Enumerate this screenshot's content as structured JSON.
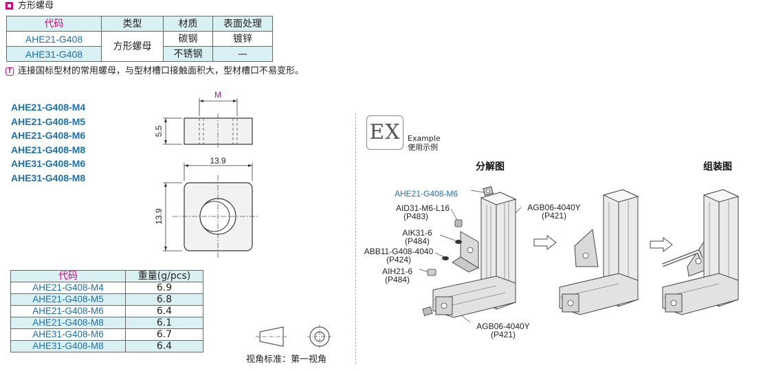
{
  "header": {
    "title": "方形螺母"
  },
  "spec_table": {
    "headers": [
      "代码",
      "类型",
      "材质",
      "表面处理"
    ],
    "rows": [
      {
        "code": "AHE21-G408",
        "type": "方形螺母",
        "material": "碳钢",
        "finish": "镀锌"
      },
      {
        "code": "AHE31-G408",
        "type": "方形螺母",
        "material": "不锈钢",
        "finish": "—"
      }
    ]
  },
  "note": {
    "icon": "exclamation-icon",
    "text": "连接国标型材的常用螺母，与型材槽口接触面积大，型材槽口不易变形。"
  },
  "models": [
    "AHE21-G408-M4",
    "AHE21-G408-M5",
    "AHE21-G408-M6",
    "AHE21-G408-M8",
    "AHE31-G408-M6",
    "AHE31-G408-M8"
  ],
  "drawing": {
    "dim_m": "M",
    "dim_height": "5.5",
    "dim_width": "13.9",
    "dim_length": "13.9"
  },
  "weight_table": {
    "headers": [
      "代码",
      "重量(g/pcs)"
    ],
    "rows": [
      {
        "code": "AHE21-G408-M4",
        "weight": "6.9"
      },
      {
        "code": "AHE21-G408-M5",
        "weight": "6.8"
      },
      {
        "code": "AHE21-G408-M6",
        "weight": "6.4"
      },
      {
        "code": "AHE21-G408-M8",
        "weight": "6.1"
      },
      {
        "code": "AHE31-G408-M6",
        "weight": "6.7"
      },
      {
        "code": "AHE31-G408-M8",
        "weight": "6.4"
      }
    ]
  },
  "view_standard": "视角标准：第一视角",
  "example": {
    "badge": "EX",
    "label_en": "Example",
    "label_cn": "使用示例",
    "exploded_title": "分解图",
    "assembled_title": "组装图",
    "parts": [
      {
        "name": "AHE21-G408-M6",
        "ref": ""
      },
      {
        "name": "AID31-M6-L16",
        "ref": "(P483)"
      },
      {
        "name": "AIK31-6",
        "ref": "(P484)"
      },
      {
        "name": "ABB11-G408-4040",
        "ref": "(P424)"
      },
      {
        "name": "AIH21-6",
        "ref": "(P484)"
      },
      {
        "name": "AGB06-4040Y",
        "ref": "(P421)"
      },
      {
        "name": "AGB06-4040Y",
        "ref": "(P421)"
      }
    ]
  },
  "colors": {
    "accent": "#e4007f",
    "code_blue": "#1a6fb5",
    "table_header_bg": "#d9f1f3"
  }
}
